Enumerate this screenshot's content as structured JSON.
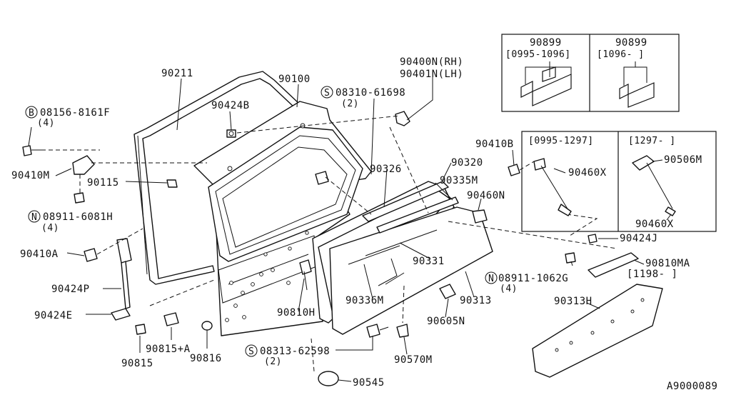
{
  "diagram": {
    "ref_code": "A9000089",
    "labels": {
      "p90211": "90211",
      "p90100": "90100",
      "p90424B": "90424B",
      "p90400N": "90400N(RH)",
      "p90401N": "90401N(LH)",
      "s08310": "08310-61698",
      "s08310_qty": "(2)",
      "b08156": "08156-8161F",
      "b08156_qty": "(4)",
      "p90410M": "90410M",
      "p90115": "90115",
      "n08911a": "08911-6081H",
      "n08911a_qty": "(4)",
      "p90410A": "90410A",
      "p90424P": "90424P",
      "p90424E": "90424E",
      "p90815": "90815",
      "p90815A": "90815+A",
      "p90816": "90816",
      "p90326": "90326",
      "p90320": "90320",
      "p90335M": "90335M",
      "p90331": "90331",
      "p90336M": "90336M",
      "p90313": "90313",
      "p90810H": "90810H",
      "s08313": "08313-62598",
      "s08313_qty": "(2)",
      "p90570M": "90570M",
      "p90545": "90545",
      "p90605N": "90605N",
      "p90460N": "90460N",
      "p90410B": "90410B",
      "p90424J": "90424J",
      "p90810MA": "90810MA",
      "p90810MA_range": "[1198-      ]",
      "n08911b": "08911-1062G",
      "n08911b_qty": "(4)",
      "p90313H": "90313H",
      "box1_left_part": "90899",
      "box1_left_range": "[0995-1096]",
      "box1_right_part": "90899",
      "box1_right_range": "[1096-     ]",
      "box2_left_range": "[0995-1297]",
      "box2_left_part": "90460X",
      "box2_right_range": "[1297-     ]",
      "box2_right_part_a": "90506M",
      "box2_right_part_b": "90460X",
      "circle_B": "B",
      "circle_S": "S",
      "circle_N": "N"
    }
  }
}
